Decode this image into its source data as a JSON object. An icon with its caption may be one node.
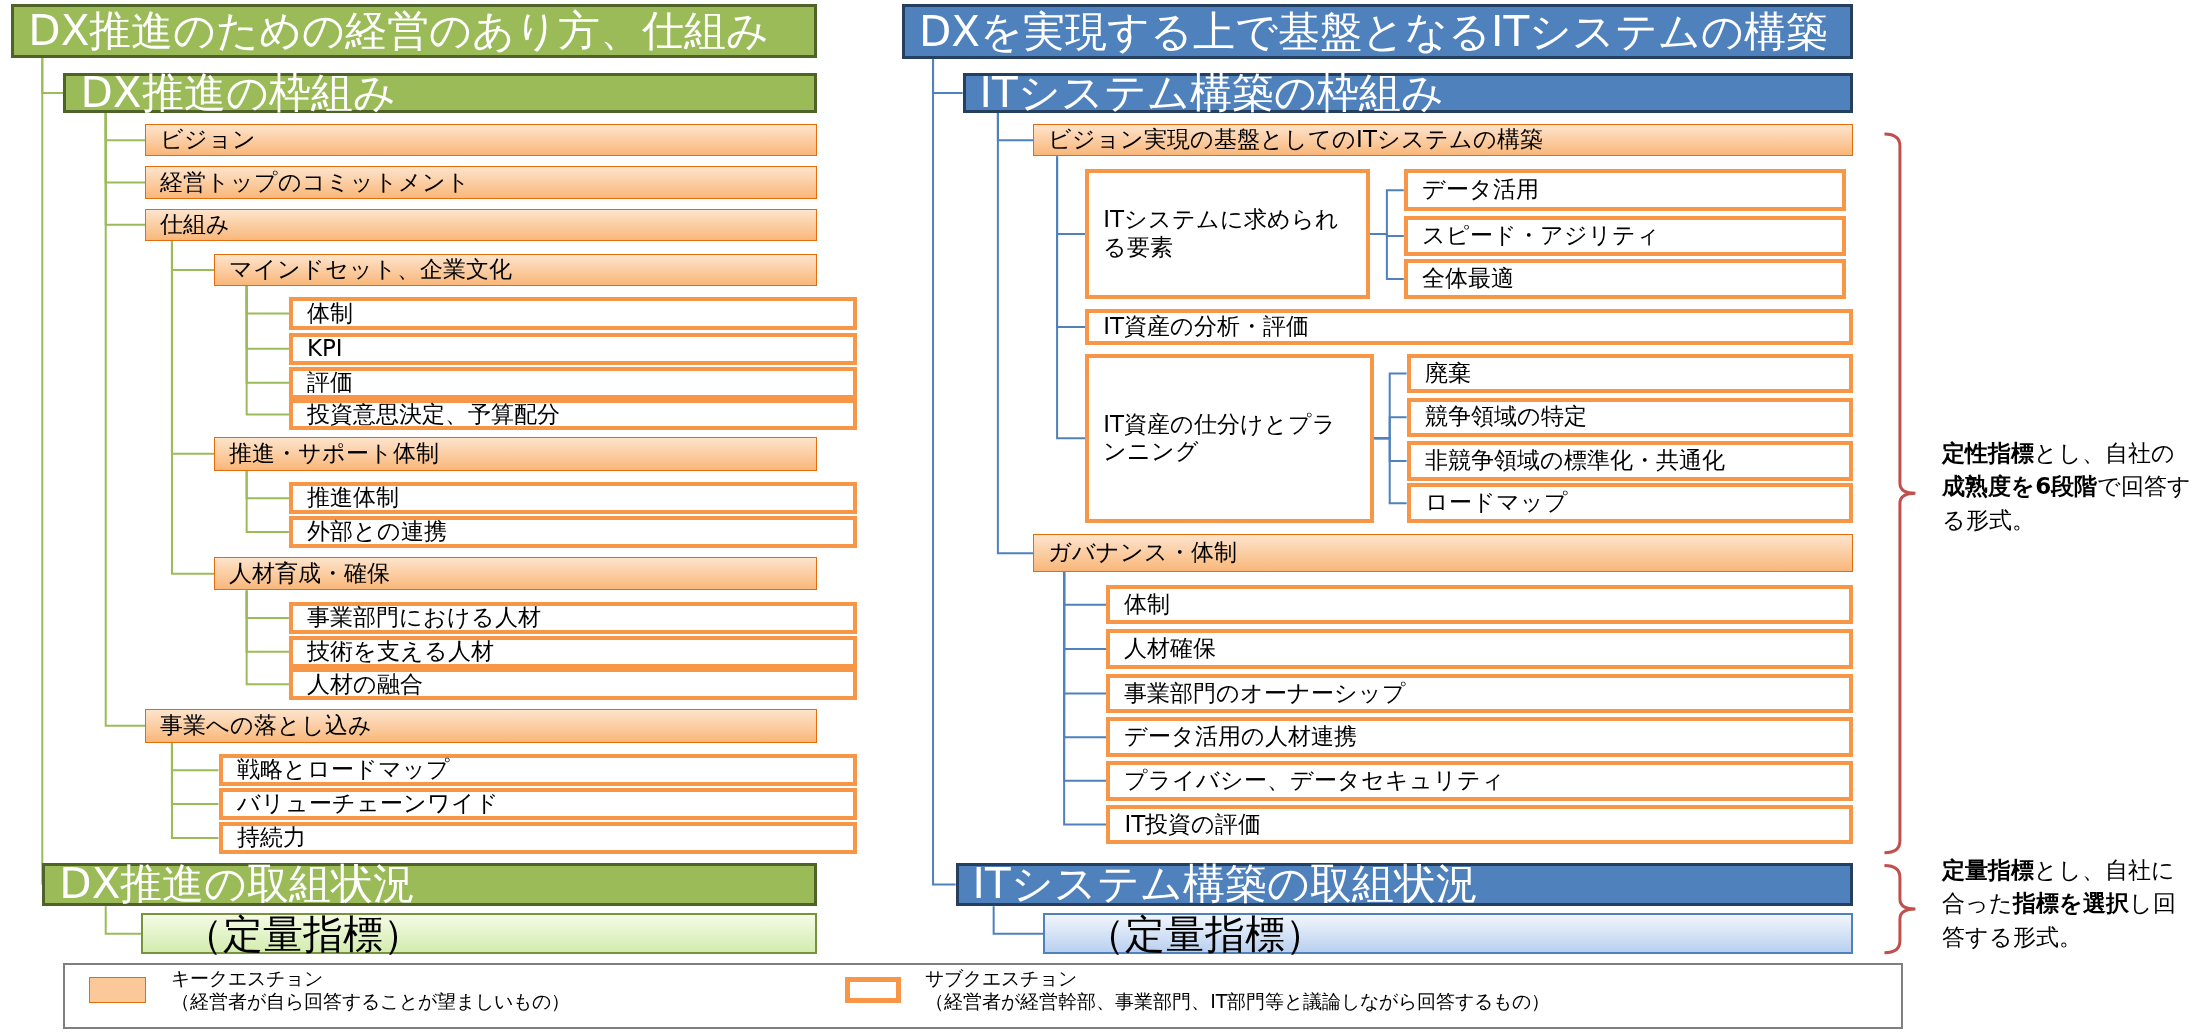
{
  "diagram": {
    "nodes": [
      {
        "text": [
          "DX推進のための経営のあり方、仕組み"
        ]
      },
      {
        "text": [
          "DX推進の枠組み"
        ]
      },
      {
        "text": [
          "ビジョン"
        ]
      },
      {
        "text": [
          "経営トップのコミットメント"
        ]
      },
      {
        "text": [
          "仕組み"
        ]
      },
      {
        "text": [
          "マインドセット、企業文化"
        ]
      },
      {
        "text": [
          "体制"
        ]
      },
      {
        "text": [
          "KPI"
        ]
      },
      {
        "text": [
          "評価"
        ]
      },
      {
        "text": [
          "投資意思決定、予算配分"
        ]
      },
      {
        "text": [
          "推進・サポート体制"
        ]
      },
      {
        "text": [
          "推進体制"
        ]
      },
      {
        "text": [
          "外部との連携"
        ]
      },
      {
        "text": [
          "人材育成・確保"
        ]
      },
      {
        "text": [
          "事業部門における人材"
        ]
      },
      {
        "text": [
          "技術を支える人材"
        ]
      },
      {
        "text": [
          "人材の融合"
        ]
      },
      {
        "text": [
          "事業への落とし込み"
        ]
      },
      {
        "text": [
          "戦略とロードマップ"
        ]
      },
      {
        "text": [
          "バリューチェーンワイド"
        ]
      },
      {
        "text": [
          "持続力"
        ]
      },
      {
        "text": [
          "DX推進の取組状況"
        ]
      },
      {
        "text": [
          "（定量指標）"
        ]
      },
      {
        "text": [
          "DXを実現する上で基盤となるITシステムの構築"
        ]
      },
      {
        "text": [
          "ITシステム構築の枠組み"
        ]
      },
      {
        "text": [
          "ビジョン実現の基盤としてのITシステムの構築"
        ]
      },
      {
        "text": [
          "ITシステムに求められる要素"
        ]
      },
      {
        "text": [
          "データ活用"
        ]
      },
      {
        "text": [
          "スピード・アジリティ"
        ]
      },
      {
        "text": [
          "全体最適"
        ]
      },
      {
        "text": [
          "IT資産の分析・評価"
        ]
      },
      {
        "text": [
          "IT資産の仕分けとプランニング"
        ]
      },
      {
        "text": [
          "廃棄"
        ]
      },
      {
        "text": [
          "競争領域の特定"
        ]
      },
      {
        "text": [
          "非競争領域の標準化・共通化"
        ]
      },
      {
        "text": [
          "ロードマップ"
        ]
      },
      {
        "text": [
          "ガバナンス・体制"
        ]
      },
      {
        "text": [
          "体制"
        ]
      },
      {
        "text": [
          "人材確保"
        ]
      },
      {
        "text": [
          "事業部門のオーナーシップ"
        ]
      },
      {
        "text": [
          "データ活用の人材連携"
        ]
      },
      {
        "text": [
          "プライバシー、データセキュリティ"
        ]
      },
      {
        "text": [
          "IT投資の評価"
        ]
      },
      {
        "text": [
          "ITシステム構築の取組状況"
        ]
      },
      {
        "text": [
          "（定量指標）"
        ]
      }
    ],
    "edges": [
      {
        "from": 0,
        "to": 1,
        "arrow": "none",
        "color": "#9bbb59"
      },
      {
        "from": 0,
        "to": 21,
        "arrow": "none",
        "color": "#9bbb59"
      },
      {
        "from": 1,
        "to": 2,
        "arrow": "none",
        "color": "#9bbb59"
      },
      {
        "from": 1,
        "to": 3,
        "arrow": "none",
        "color": "#9bbb59"
      },
      {
        "from": 1,
        "to": 4,
        "arrow": "none",
        "color": "#9bbb59"
      },
      {
        "from": 1,
        "to": 17,
        "arrow": "none",
        "color": "#9bbb59"
      },
      {
        "from": 4,
        "to": 5,
        "arrow": "none",
        "color": "#9bbb59"
      },
      {
        "from": 4,
        "to": 10,
        "arrow": "none",
        "color": "#9bbb59"
      },
      {
        "from": 4,
        "to": 13,
        "arrow": "none",
        "color": "#9bbb59"
      },
      {
        "from": 5,
        "to": 6,
        "arrow": "none",
        "color": "#9bbb59"
      },
      {
        "from": 5,
        "to": 7,
        "arrow": "none",
        "color": "#9bbb59"
      },
      {
        "from": 5,
        "to": 8,
        "arrow": "none",
        "color": "#9bbb59"
      },
      {
        "from": 5,
        "to": 9,
        "arrow": "none",
        "color": "#9bbb59"
      },
      {
        "from": 10,
        "to": 11,
        "arrow": "none",
        "color": "#9bbb59"
      },
      {
        "from": 10,
        "to": 12,
        "arrow": "none",
        "color": "#9bbb59"
      },
      {
        "from": 13,
        "to": 14,
        "arrow": "none",
        "color": "#9bbb59"
      },
      {
        "from": 13,
        "to": 15,
        "arrow": "none",
        "color": "#9bbb59"
      },
      {
        "from": 13,
        "to": 16,
        "arrow": "none",
        "color": "#9bbb59"
      },
      {
        "from": 17,
        "to": 18,
        "arrow": "none",
        "color": "#9bbb59"
      },
      {
        "from": 17,
        "to": 19,
        "arrow": "none",
        "color": "#9bbb59"
      },
      {
        "from": 17,
        "to": 20,
        "arrow": "none",
        "color": "#9bbb59"
      },
      {
        "from": 21,
        "to": 22,
        "arrow": "none",
        "color": "#9bbb59"
      },
      {
        "from": 23,
        "to": 24,
        "arrow": "none",
        "color": "#4f81bd"
      },
      {
        "from": 23,
        "to": 43,
        "arrow": "none",
        "color": "#4f81bd"
      },
      {
        "from": 24,
        "to": 25,
        "arrow": "none",
        "color": "#4f81bd"
      },
      {
        "from": 24,
        "to": 36,
        "arrow": "none",
        "color": "#4f81bd"
      },
      {
        "from": 25,
        "to": 26,
        "arrow": "none",
        "color": "#4f81bd"
      },
      {
        "from": 25,
        "to": 30,
        "arrow": "none",
        "color": "#4f81bd"
      },
      {
        "from": 25,
        "to": 31,
        "arrow": "none",
        "color": "#4f81bd"
      },
      {
        "from": 26,
        "to": 27,
        "arrow": "none",
        "color": "#4f81bd"
      },
      {
        "from": 26,
        "to": 28,
        "arrow": "none",
        "color": "#4f81bd"
      },
      {
        "from": 26,
        "to": 29,
        "arrow": "none",
        "color": "#4f81bd"
      },
      {
        "from": 31,
        "to": 32,
        "arrow": "none",
        "color": "#4f81bd"
      },
      {
        "from": 31,
        "to": 33,
        "arrow": "none",
        "color": "#4f81bd"
      },
      {
        "from": 31,
        "to": 34,
        "arrow": "none",
        "color": "#4f81bd"
      },
      {
        "from": 31,
        "to": 35,
        "arrow": "none",
        "color": "#4f81bd"
      },
      {
        "from": 36,
        "to": 37,
        "arrow": "none",
        "color": "#4f81bd"
      },
      {
        "from": 36,
        "to": 38,
        "arrow": "none",
        "color": "#4f81bd"
      },
      {
        "from": 36,
        "to": 39,
        "arrow": "none",
        "color": "#4f81bd"
      },
      {
        "from": 36,
        "to": 40,
        "arrow": "none",
        "color": "#4f81bd"
      },
      {
        "from": 36,
        "to": 41,
        "arrow": "none",
        "color": "#4f81bd"
      },
      {
        "from": 36,
        "to": 42,
        "arrow": "none",
        "color": "#4f81bd"
      },
      {
        "from": 43,
        "to": 44,
        "arrow": "none",
        "color": "#4f81bd"
      }
    ],
    "labels": [
      "**定性指標**とし、自社の**成熟度を6段階**で回答する形式。",
      "**定量指標**とし、自社に合った**指標を選択**し回答する形式。"
    ],
    "legend": [
      {
        "text": "キークエスチョン（経営者が自ら回答することが望ましいもの）",
        "color": "#fbc89a"
      },
      {
        "text": "サブクエスチョン（経営者が経営幹部、事業部門、IT部門等と議論しながら回答するもの）"
      }
    ]
  }
}
